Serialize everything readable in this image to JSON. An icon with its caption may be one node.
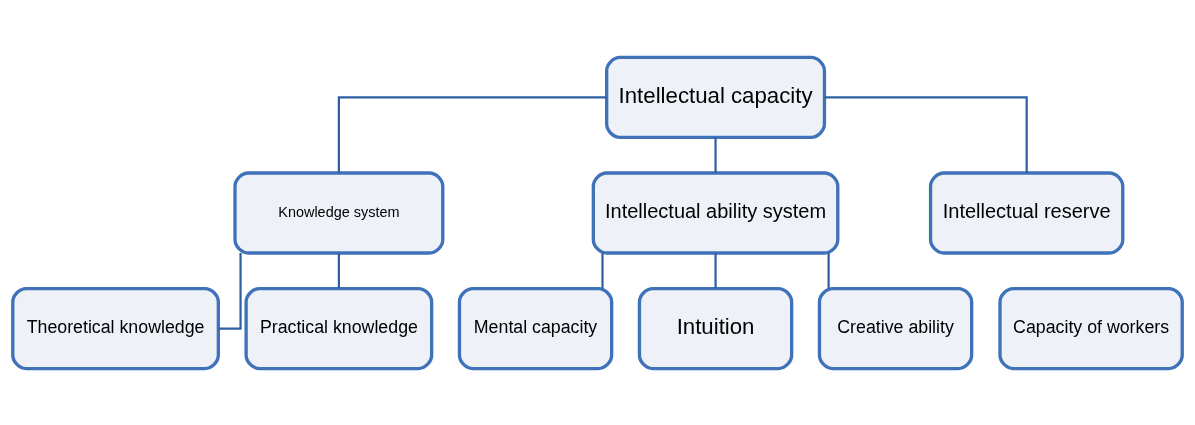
{
  "diagram": {
    "nodes": [
      {
        "text": [
          "Intellectual capacity"
        ]
      },
      {
        "text": [
          "Knowledge system"
        ]
      },
      {
        "text": [
          "Intellectual ability system"
        ]
      },
      {
        "text": [
          "Intellectual reserve"
        ]
      },
      {
        "text": [
          "Theoretical knowledge"
        ]
      },
      {
        "text": [
          "Practical knowledge"
        ]
      },
      {
        "text": [
          "Mental capacity"
        ]
      },
      {
        "text": [
          "Intuition"
        ]
      },
      {
        "text": [
          "Creative ability"
        ]
      },
      {
        "text": [
          "Capacity of workers"
        ]
      }
    ],
    "edges": [
      {
        "from": 0,
        "to": 1,
        "arrow": "none"
      },
      {
        "from": 0,
        "to": 2,
        "arrow": "none"
      },
      {
        "from": 0,
        "to": 3,
        "arrow": "none"
      },
      {
        "from": 1,
        "to": 4,
        "arrow": "none"
      },
      {
        "from": 1,
        "to": 5,
        "arrow": "none"
      },
      {
        "from": 2,
        "to": 6,
        "arrow": "none"
      },
      {
        "from": 2,
        "to": 7,
        "arrow": "none"
      },
      {
        "from": 2,
        "to": 8,
        "arrow": "none"
      }
    ]
  }
}
